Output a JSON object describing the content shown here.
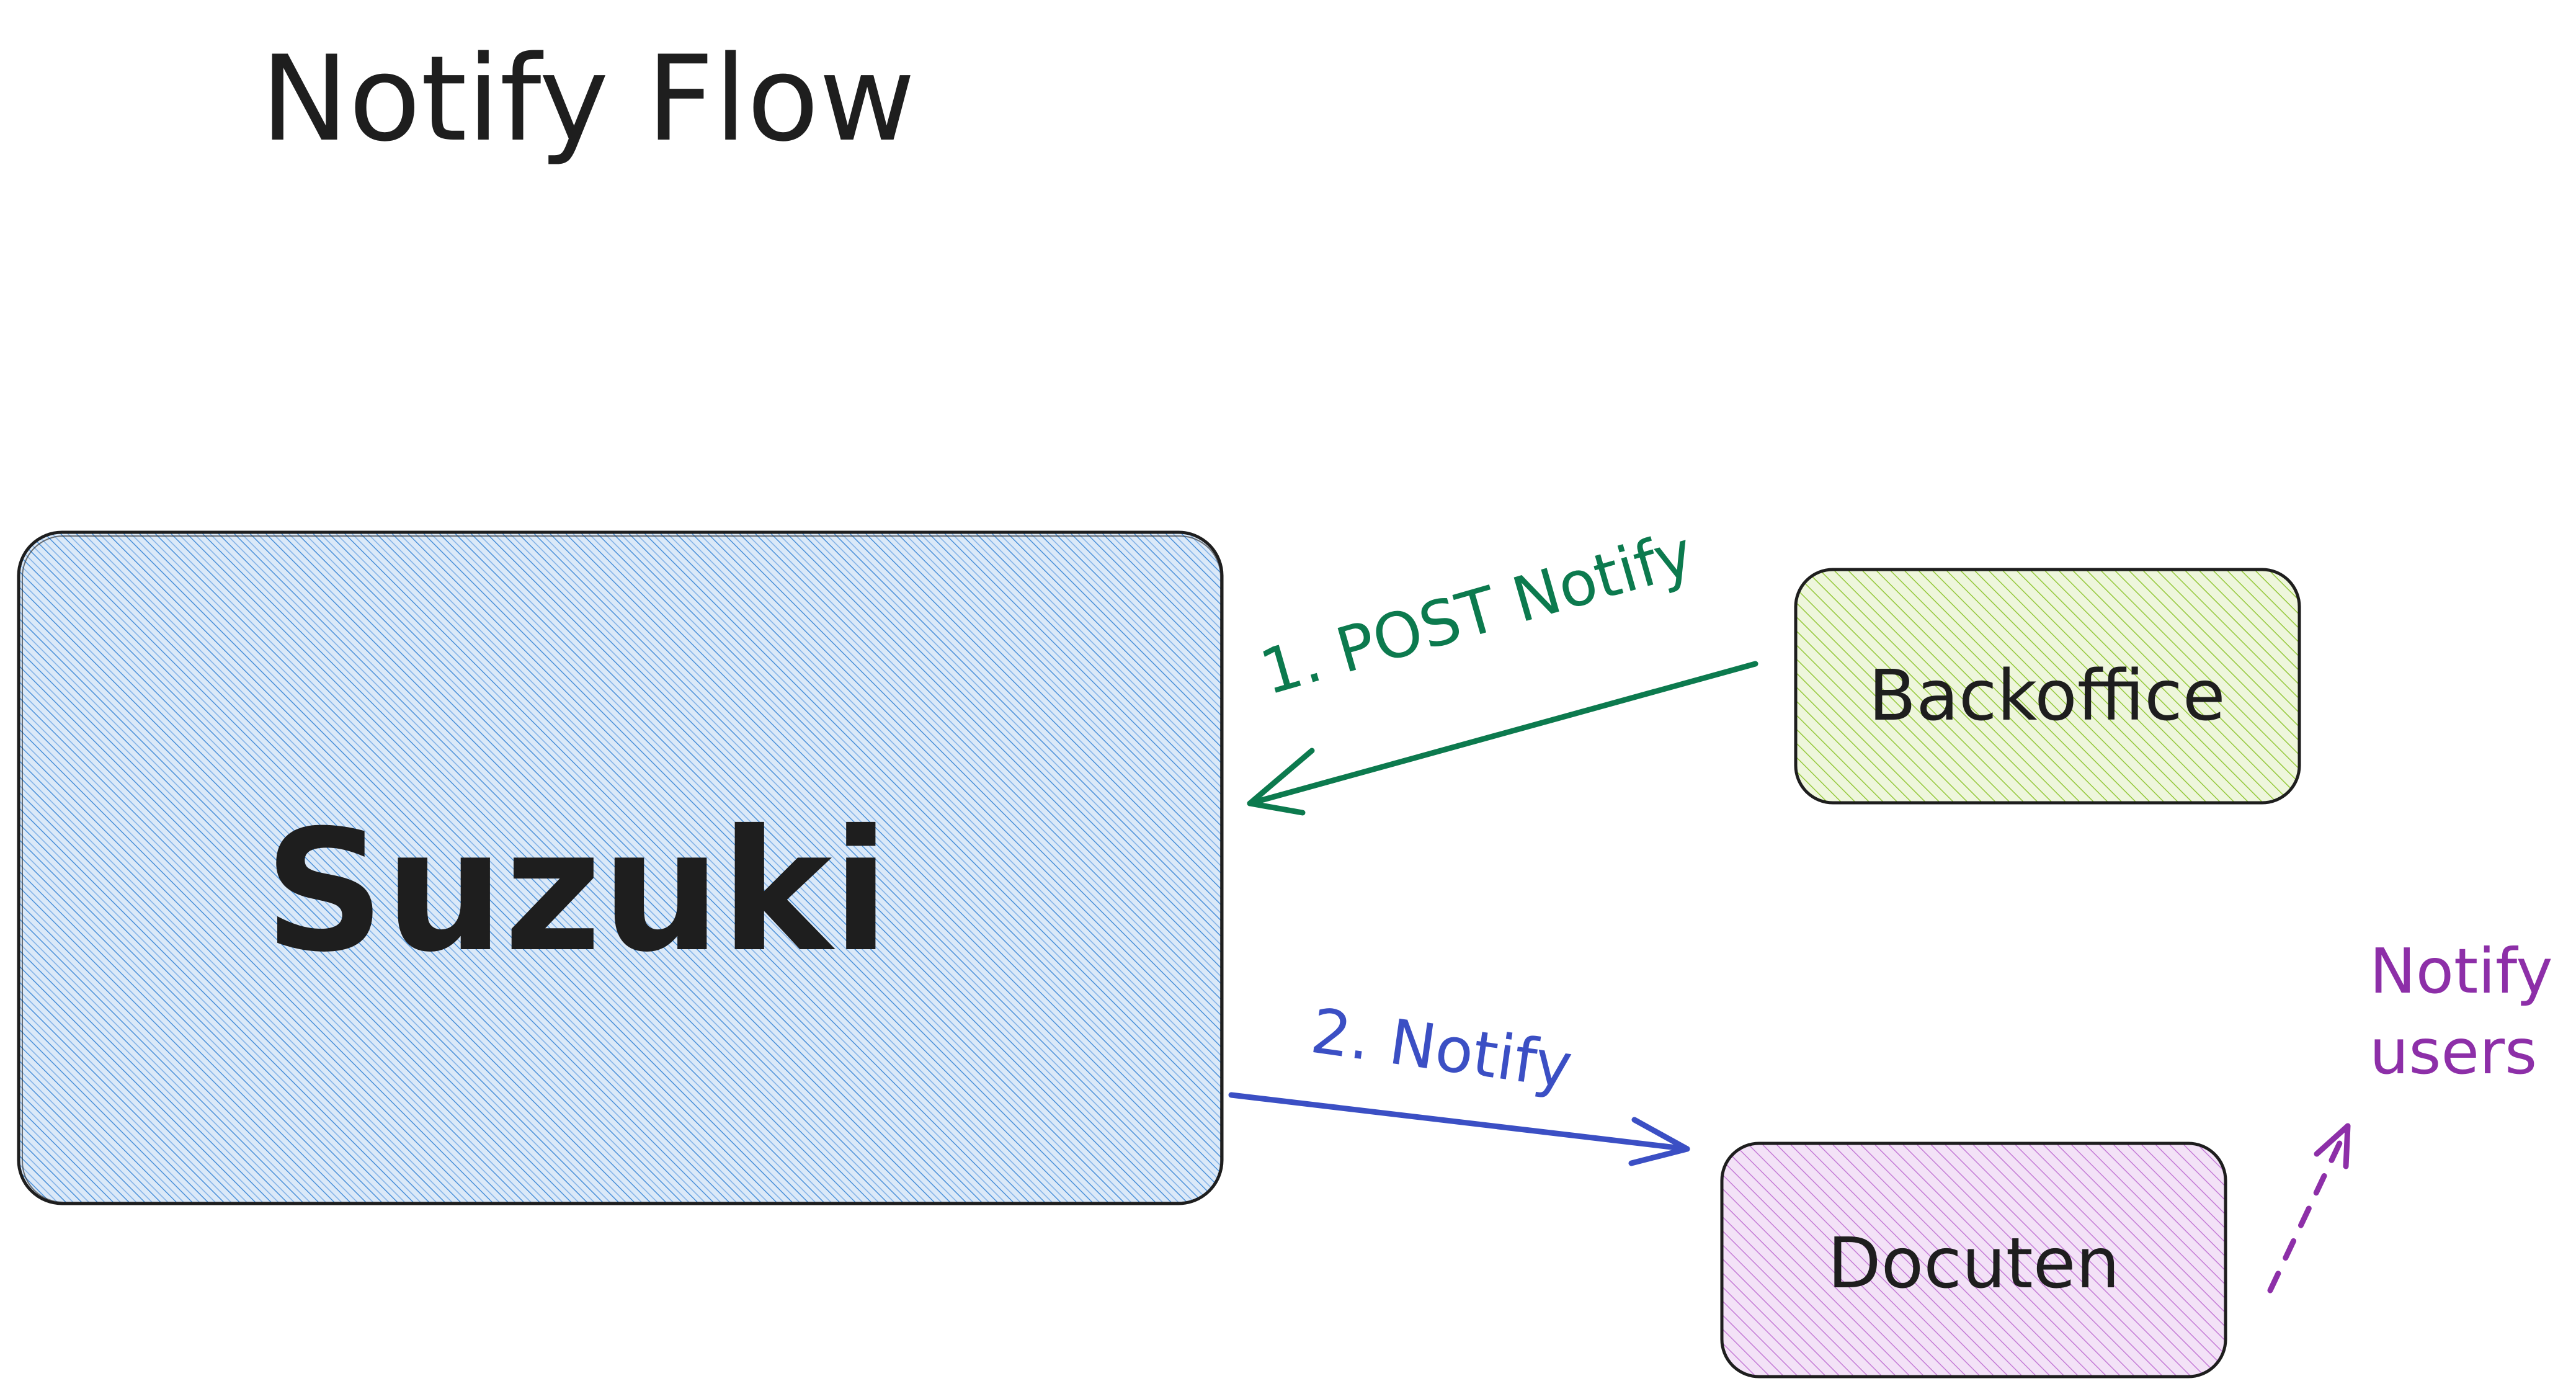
{
  "title": "Notify Flow",
  "nodes": {
    "suzuki": {
      "label": "Suzuki",
      "color": "#1971c2"
    },
    "backoffice": {
      "label": "Backoffice",
      "color": "#66a80f"
    },
    "docuten": {
      "label": "Docuten",
      "color": "#9c36b5"
    }
  },
  "edges": {
    "post_notify": {
      "label": "1. POST Notify",
      "color": "#0c7a4e"
    },
    "notify": {
      "label": "2. Notify",
      "color": "#3b4fc4"
    },
    "notify_users": {
      "label_line1": "Notify",
      "label_line2": "users",
      "color": "#8d2fa8"
    }
  },
  "colors": {
    "stroke": "#1e1e1e",
    "background": "#ffffff"
  }
}
